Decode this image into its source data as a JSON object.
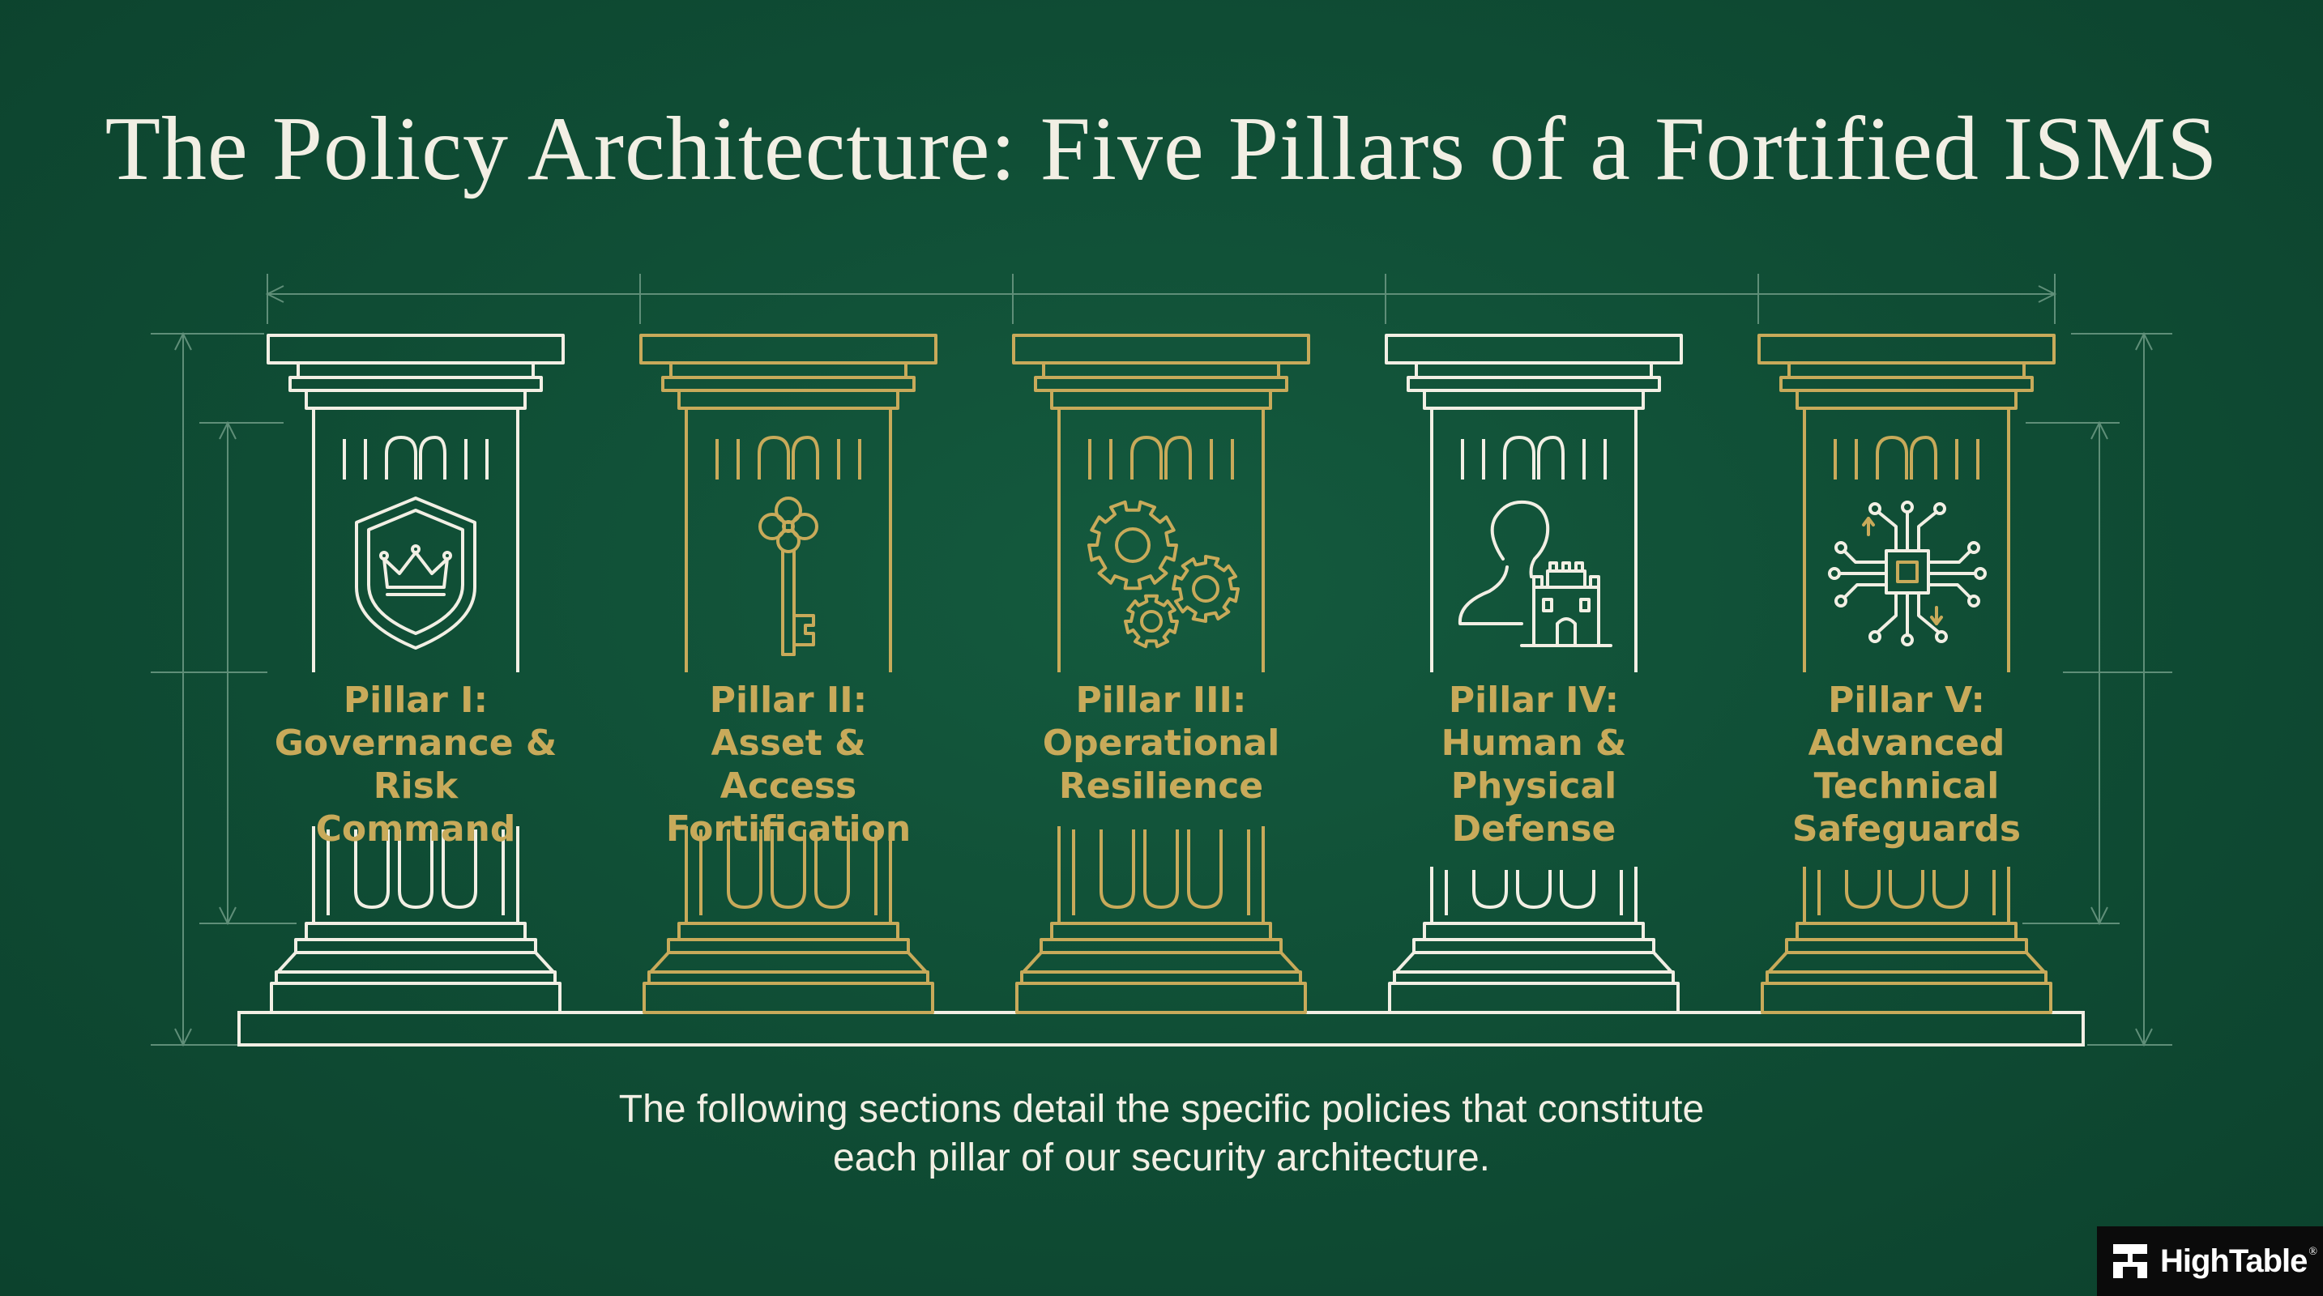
{
  "title": "The Policy Architecture: Five Pillars of a Fortified ISMS",
  "pillars": [
    {
      "heading": "Pillar I:",
      "lines": [
        "Governance &",
        "Risk Command"
      ],
      "icon": "shield-crown-icon",
      "tone": "white"
    },
    {
      "heading": "Pillar II:",
      "lines": [
        "Asset & Access",
        "Fortification"
      ],
      "icon": "key-icon",
      "tone": "gold"
    },
    {
      "heading": "Pillar III:",
      "lines": [
        "Operational",
        "Resilience"
      ],
      "icon": "gears-icon",
      "tone": "gold"
    },
    {
      "heading": "Pillar IV:",
      "lines": [
        "Human &",
        "Physical",
        "Defense"
      ],
      "icon": "person-castle-icon",
      "tone": "white"
    },
    {
      "heading": "Pillar V:",
      "lines": [
        "Advanced",
        "Technical",
        "Safeguards"
      ],
      "icon": "circuit-chip-icon",
      "tone": "gold"
    }
  ],
  "caption": {
    "line1": "The following sections detail the specific policies that constitute",
    "line2": "each pillar of our security architecture."
  },
  "brand": {
    "name": "HighTable",
    "mark": "®"
  },
  "colors": {
    "background": "#0f4c34",
    "white_line": "#f2efe4",
    "gold_line": "#c8aa5a",
    "guide_line": "#5f8e78"
  }
}
